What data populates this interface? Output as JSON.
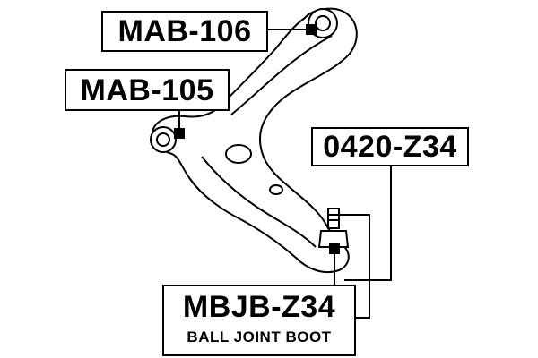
{
  "labels": {
    "mab106": "MAB-106",
    "mab105": "MAB-105",
    "z0420": "0420-Z34",
    "mbjb": "MBJB-Z34",
    "mbjb_desc": "BALL JOINT BOOT"
  },
  "colors": {
    "line": "#000000",
    "background": "#ffffff",
    "part_fill": "#ffffff"
  }
}
